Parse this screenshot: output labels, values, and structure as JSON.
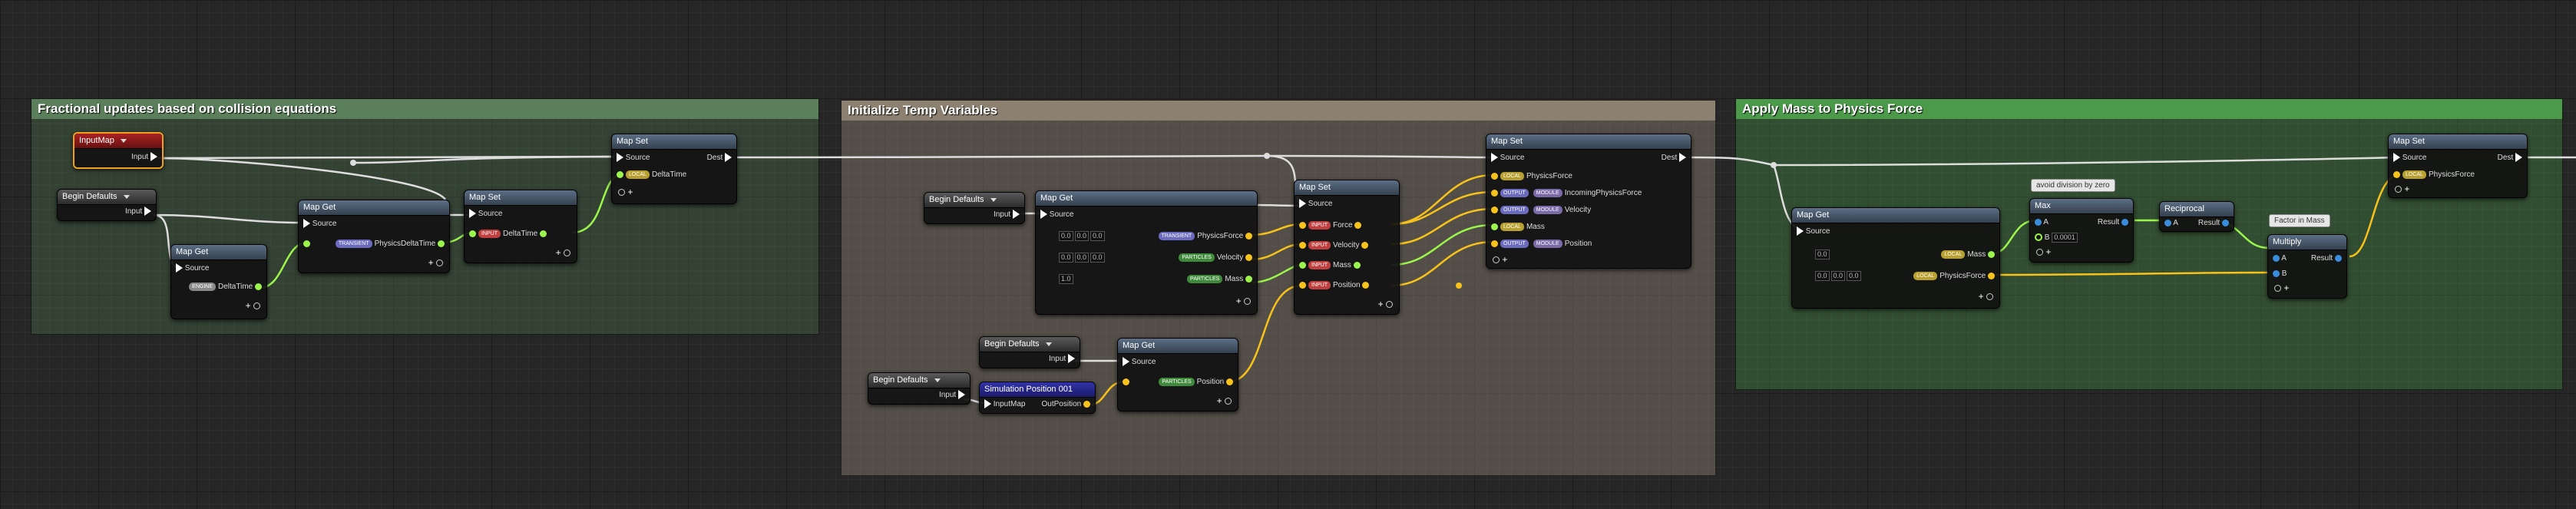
{
  "comments": {
    "fractional": {
      "title": "Fractional updates based on collision equations",
      "color": "#5a7f5a"
    },
    "temp": {
      "title": "Initialize Temp Variables",
      "color": "#8c8170"
    },
    "mass": {
      "title": "Apply Mass to Physics Force",
      "color": "#4a9a4a"
    }
  },
  "nodes": {
    "input_map": {
      "title": "InputMap",
      "pin": "Input"
    },
    "begin1": {
      "title": "Begin Defaults",
      "pin": "Input"
    },
    "begin2": {
      "title": "Begin Defaults",
      "pin": "Input"
    },
    "begin3": {
      "title": "Begin Defaults",
      "pin": "Input"
    },
    "begin4": {
      "title": "Begin Defaults",
      "pin": "Input"
    },
    "mapget_dt": {
      "title": "Map Get",
      "source": "Source",
      "tag": "ENGINE",
      "pin": "DeltaTime"
    },
    "mapget_pdt": {
      "title": "Map Get",
      "source": "Source",
      "tag": "TRANSIENT",
      "pin": "PhysicsDeltaTime"
    },
    "mapset_dt": {
      "title": "Map Set",
      "source": "Source",
      "tag": "INPUT",
      "pin": "DeltaTime"
    },
    "mapset_main": {
      "title": "Map Set",
      "source": "Source",
      "dest": "Dest",
      "tag": "LOCAL",
      "pin": "DeltaTime"
    },
    "mapget_particles": {
      "title": "Map Get",
      "source": "Source",
      "pins": [
        {
          "tag": "TRANSIENT",
          "label": "PhysicsForce",
          "v": [
            "0.0",
            "0.0",
            "0.0"
          ]
        },
        {
          "tag": "PARTICLES",
          "label": "Velocity",
          "v": [
            "0.0",
            "0.0",
            "0.0"
          ]
        },
        {
          "tag": "PARTICLES",
          "label": "Mass",
          "v": [
            "1.0"
          ]
        }
      ]
    },
    "mapset_inputs": {
      "title": "Map Set",
      "source": "Source",
      "pins": [
        {
          "tag": "INPUT",
          "label": "Force"
        },
        {
          "tag": "INPUT",
          "label": "Velocity"
        },
        {
          "tag": "INPUT",
          "label": "Mass"
        },
        {
          "tag": "INPUT",
          "label": "Position"
        }
      ]
    },
    "mapset_temp": {
      "title": "Map Set",
      "source": "Source",
      "dest": "Dest",
      "pins": [
        {
          "tag": "LOCAL",
          "tag2": "",
          "label": "PhysicsForce"
        },
        {
          "tag": "OUTPUT",
          "tag2": "MODULE",
          "label": "IncomingPhysicsForce"
        },
        {
          "tag": "OUTPUT",
          "tag2": "MODULE",
          "label": "Velocity"
        },
        {
          "tag": "LOCAL",
          "tag2": "",
          "label": "Mass"
        },
        {
          "tag": "OUTPUT",
          "tag2": "MODULE",
          "label": "Position"
        }
      ]
    },
    "mapget_pos": {
      "title": "Map Get",
      "source": "Source",
      "tag": "PARTICLES",
      "pin": "Position"
    },
    "sim_pos": {
      "title": "Simulation Position 001",
      "in": "InputMap",
      "out": "OutPosition"
    },
    "mapget_mass": {
      "title": "Map Get",
      "source": "Source",
      "pins": [
        {
          "tag": "LOCAL",
          "label": "Mass",
          "v": [
            "0.0"
          ]
        },
        {
          "tag": "LOCAL",
          "label": "PhysicsForce",
          "v": [
            "0.0",
            "0.0",
            "0.0"
          ]
        }
      ]
    },
    "max": {
      "title": "Max",
      "a": "A",
      "b": "B",
      "bval": "0.0001",
      "result": "Result",
      "bubble": "avoid division by zero"
    },
    "reciprocal": {
      "title": "Reciprocal",
      "a": "A",
      "result": "Result"
    },
    "multiply": {
      "title": "Multiply",
      "a": "A",
      "b": "B",
      "result": "Result",
      "bubble": "Factor in Mass"
    },
    "mapset_final": {
      "title": "Map Set",
      "source": "Source",
      "dest": "Dest",
      "tag": "LOCAL",
      "pin": "PhysicsForce"
    }
  },
  "colors": {
    "exec": "#ffffff",
    "float": "#9cf54c",
    "vector": "#f8c21c",
    "wire_white": "#eeeeee"
  }
}
